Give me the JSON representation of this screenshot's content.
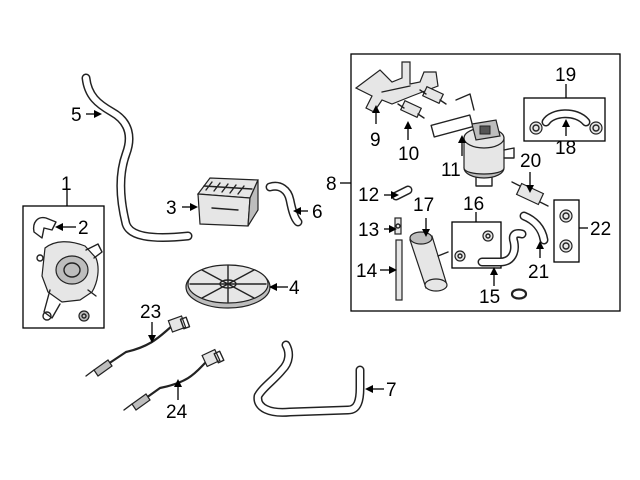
{
  "callouts": {
    "c1": "1",
    "c2": "2",
    "c3": "3",
    "c4": "4",
    "c5": "5",
    "c6": "6",
    "c7": "7",
    "c8": "8",
    "c9": "9",
    "c10": "10",
    "c11": "11",
    "c12": "12",
    "c13": "13",
    "c14": "14",
    "c15": "15",
    "c16": "16",
    "c17": "17",
    "c18": "18",
    "c19": "19",
    "c20": "20",
    "c21": "21",
    "c22": "22",
    "c23": "23",
    "c24": "24"
  },
  "colors": {
    "line": "#222222",
    "shade": "#bdbdbd",
    "background": "#ffffff"
  }
}
